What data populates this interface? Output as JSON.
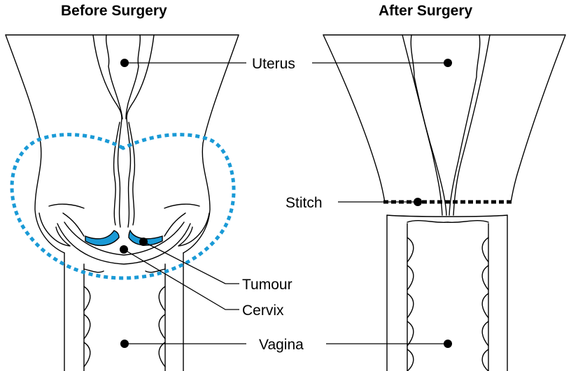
{
  "titles": {
    "before": "Before Surgery",
    "after": "After Surgery"
  },
  "labels": {
    "uterus": "Uterus",
    "stitch": "Stitch",
    "tumour": "Tumour",
    "cervix": "Cervix",
    "vagina": "Vagina"
  },
  "colors": {
    "outline": "#000000",
    "tumour": "#1a9ad6",
    "removal_boundary": "#1a9ad6",
    "stitch": "#000000"
  }
}
